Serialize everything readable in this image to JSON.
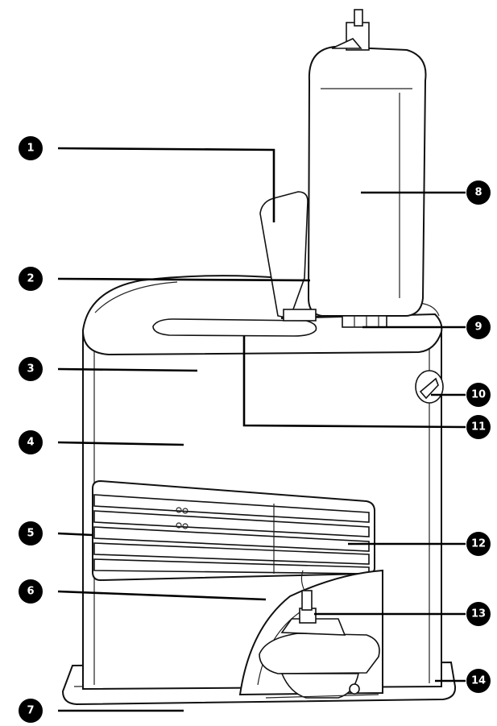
{
  "diagram": {
    "colors": {
      "badge": "#000000",
      "badge_text": "#ffffff",
      "line": "#000000"
    },
    "callouts": [
      {
        "id": "1",
        "label": "1"
      },
      {
        "id": "2",
        "label": "2"
      },
      {
        "id": "3",
        "label": "3"
      },
      {
        "id": "4",
        "label": "4"
      },
      {
        "id": "5",
        "label": "5"
      },
      {
        "id": "6",
        "label": "6"
      },
      {
        "id": "7",
        "label": "7"
      },
      {
        "id": "8",
        "label": "8"
      },
      {
        "id": "9",
        "label": "9"
      },
      {
        "id": "10",
        "label": "10"
      },
      {
        "id": "11",
        "label": "11"
      },
      {
        "id": "12",
        "label": "12"
      },
      {
        "id": "13",
        "label": "13"
      },
      {
        "id": "14",
        "label": "14"
      }
    ]
  }
}
